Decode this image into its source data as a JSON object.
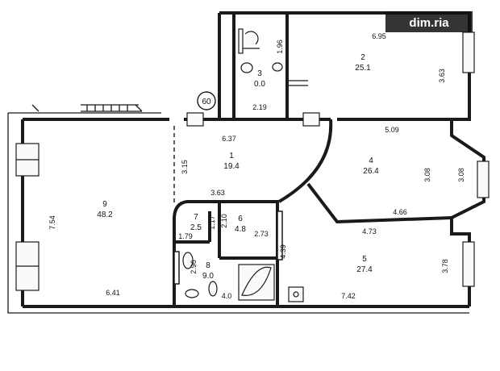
{
  "watermark": "dim.ria",
  "section_number": "60",
  "rooms": [
    {
      "number": "1",
      "area": "19.4"
    },
    {
      "number": "2",
      "area": "25.1"
    },
    {
      "number": "3",
      "area": "0.0"
    },
    {
      "number": "4",
      "area": "26.4"
    },
    {
      "number": "5",
      "area": "27.4"
    },
    {
      "number": "6",
      "area": "4.8"
    },
    {
      "number": "7",
      "area": "2.5"
    },
    {
      "number": "8",
      "area": "9.0"
    },
    {
      "number": "9",
      "area": "48.2"
    }
  ],
  "dimensions": [
    "6.95",
    "3.63",
    "1.96",
    "2.19",
    "6.37",
    "3.15",
    "5.09",
    "3.08",
    "3.08",
    "4.66",
    "3.63",
    "2.10",
    "1.17",
    "2.73",
    "4.73",
    "1.79",
    "4.39",
    "3.78",
    "2.96",
    "7.54",
    "6.41",
    "4.0",
    "7.42"
  ]
}
